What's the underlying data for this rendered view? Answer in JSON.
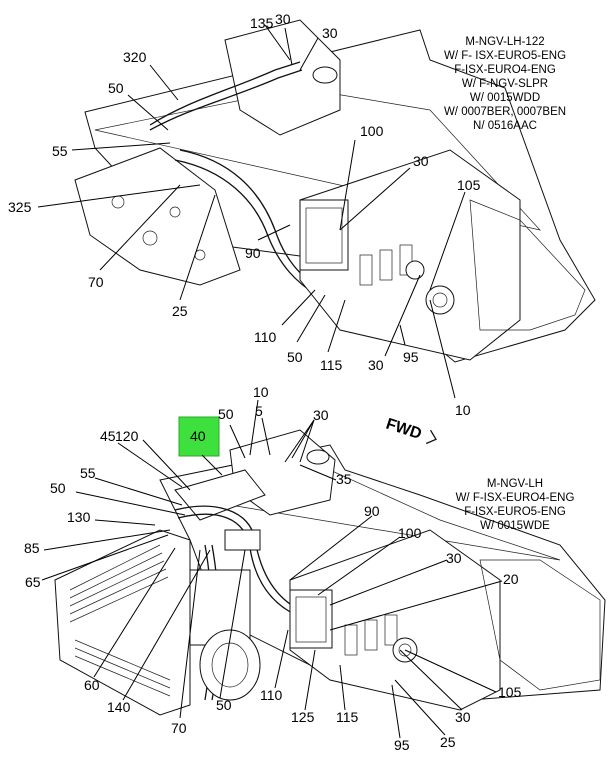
{
  "top_view": {
    "note_lines": [
      "M-NGV-LH-122",
      "W/ F- ISX-EURO5-ENG",
      "F-ISX-EURO4-ENG",
      "W/ F-NGV-SLPR",
      "W/ 0015WDD",
      "W/ 0007BER, 0007BEN",
      "N/ 0516AAC"
    ],
    "callouts": [
      "135",
      "30",
      "30",
      "320",
      "50",
      "55",
      "100",
      "30",
      "325",
      "105",
      "70",
      "90",
      "25",
      "110",
      "50",
      "115",
      "30",
      "95",
      "10"
    ]
  },
  "bottom_view": {
    "note_lines": [
      "M-NGV-LH",
      "W/ F-ISX-EURO4-ENG",
      "F-ISX-EURO5-ENG",
      "W/ 0015WDE"
    ],
    "callouts": [
      "10",
      "50",
      "5",
      "30",
      "45",
      "120",
      "35",
      "55",
      "50",
      "130",
      "90",
      "85",
      "100",
      "65",
      "30",
      "20",
      "60",
      "110",
      "105",
      "140",
      "125",
      "115",
      "30",
      "70",
      "50",
      "95",
      "25"
    ],
    "highlighted_callout": "40"
  },
  "fwd_label": "FWD",
  "highlight_color": "#3ee03e"
}
